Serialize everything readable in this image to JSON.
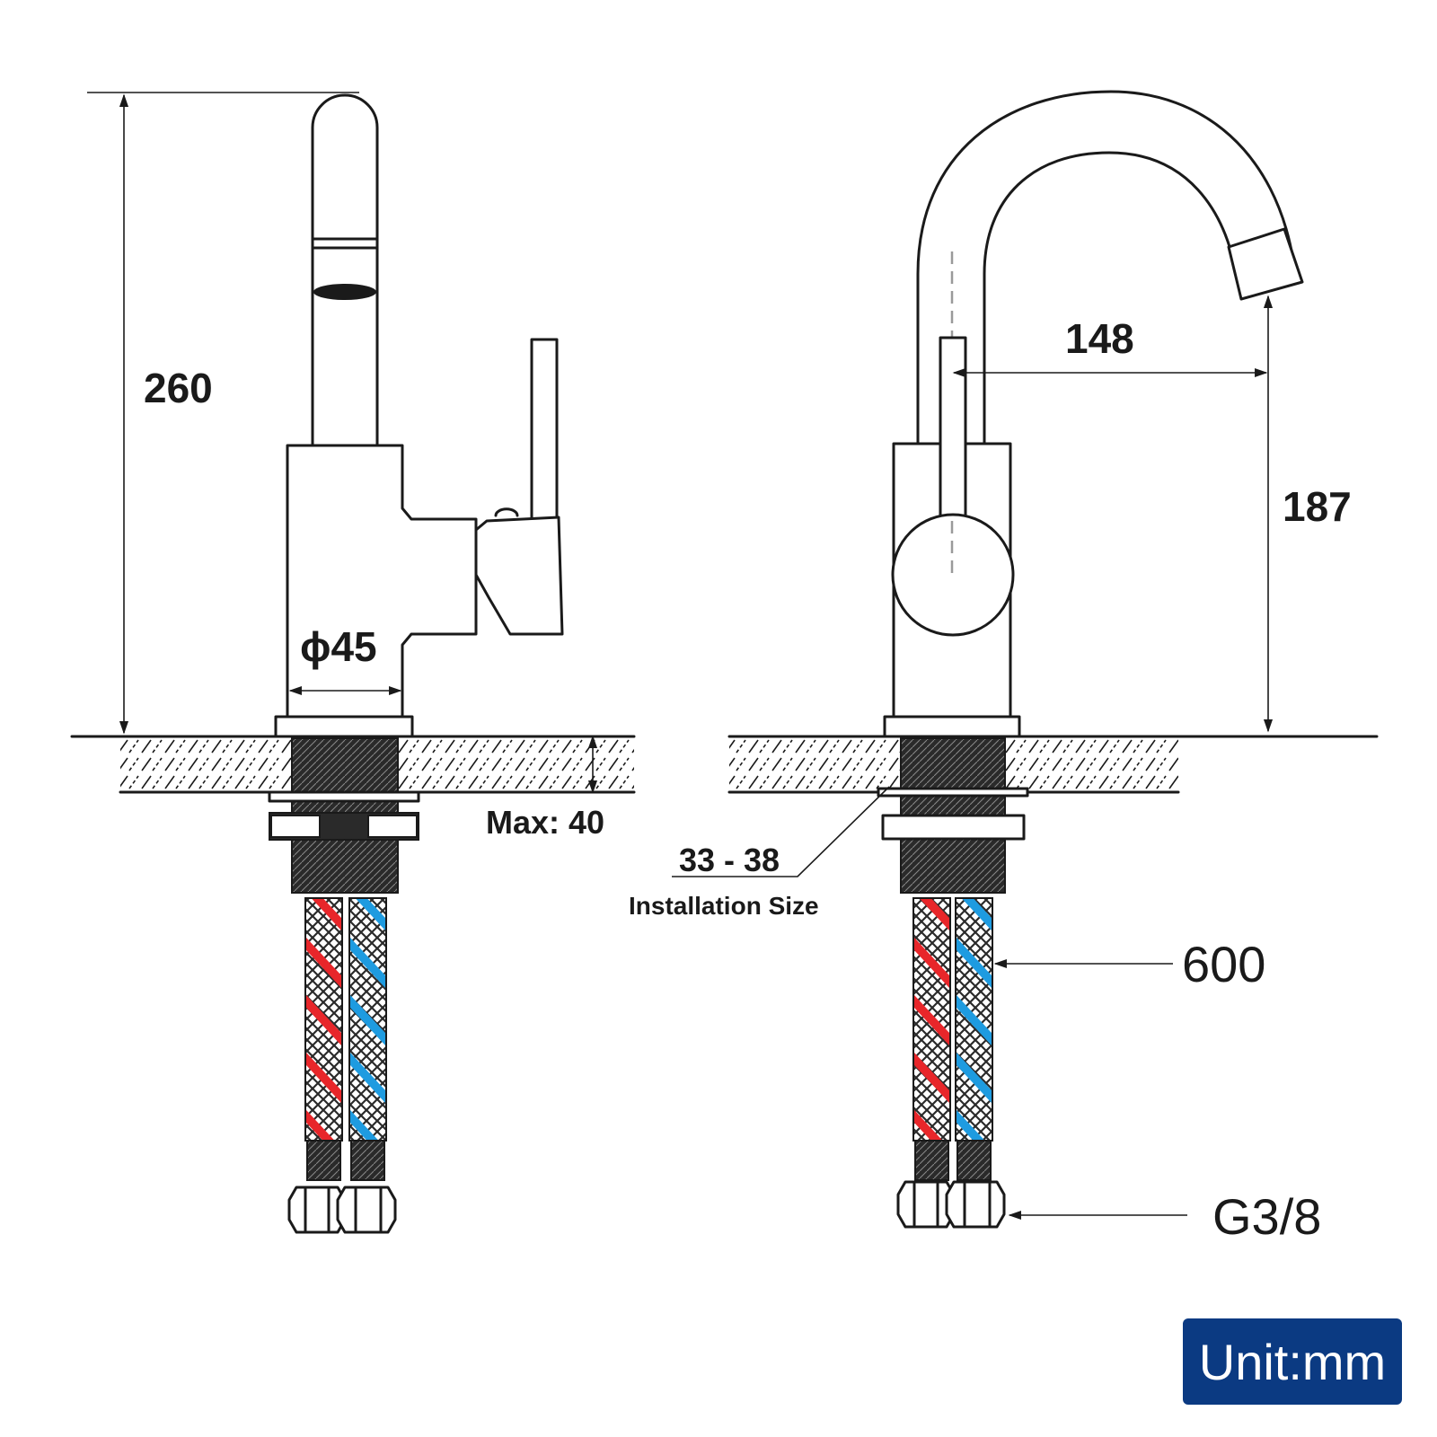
{
  "dimensions": {
    "height_total": "260",
    "diameter": "ϕ45",
    "max_thickness": "Max: 40",
    "spout_reach": "148",
    "spout_height": "187",
    "installation_range": "33 - 38",
    "installation_label": "Installation Size",
    "hose_length": "600",
    "thread": "G3/8"
  },
  "unit_badge": {
    "label": "Unit:mm",
    "background": "#0b3a82"
  },
  "colors": {
    "line": "#1a1a1a",
    "hot_stripe": "#e8262a",
    "cold_stripe": "#1e9be0",
    "mesh": "#3a3a3a"
  }
}
